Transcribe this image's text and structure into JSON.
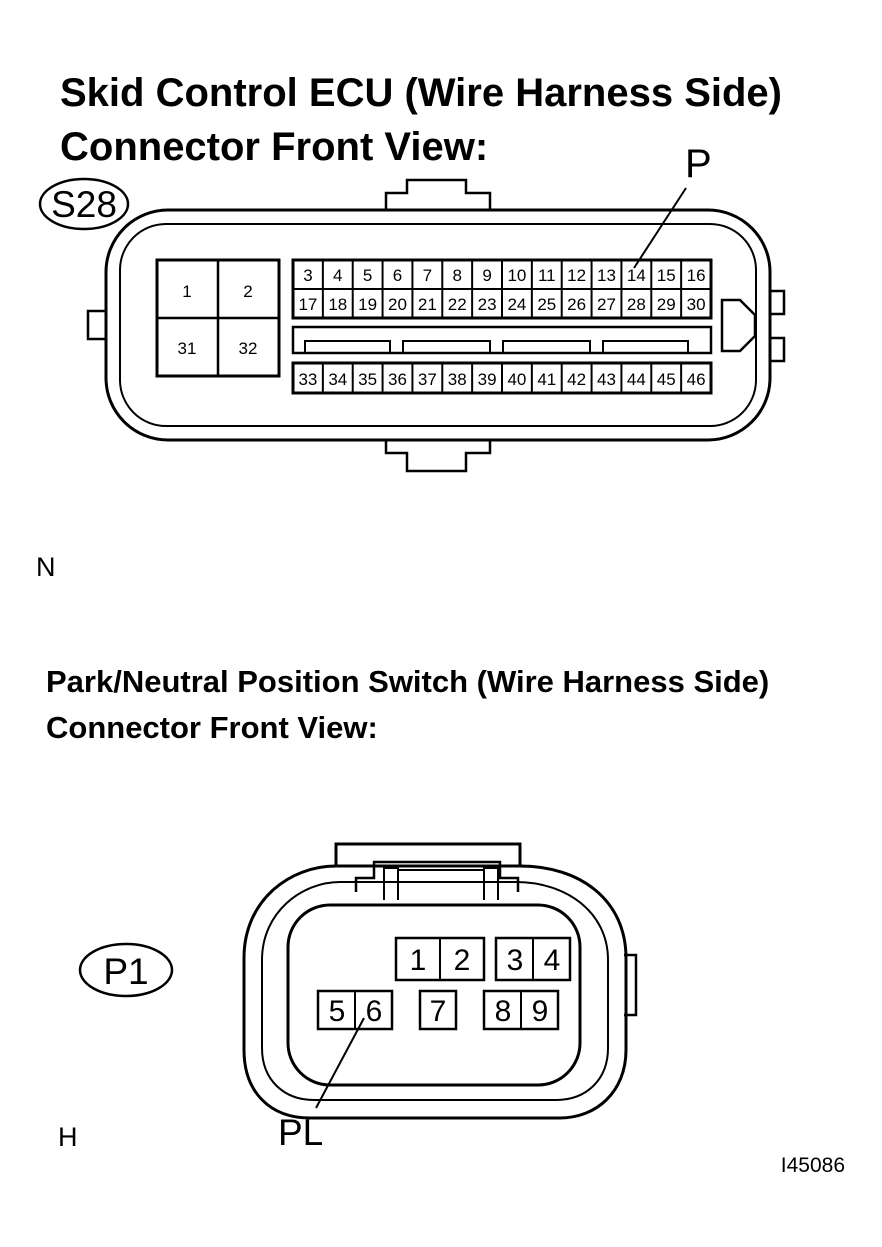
{
  "ecu": {
    "title_line1": "Skid Control ECU (Wire Harness Side)",
    "title_line2": "Connector Front View:",
    "connector_code": "S28",
    "pin_callout": "P",
    "big_pins": [
      "1",
      "2",
      "31",
      "32"
    ],
    "row1": [
      "3",
      "4",
      "5",
      "6",
      "7",
      "8",
      "9",
      "10",
      "11",
      "12",
      "13",
      "14",
      "15",
      "16"
    ],
    "row2": [
      "17",
      "18",
      "19",
      "20",
      "21",
      "22",
      "23",
      "24",
      "25",
      "26",
      "27",
      "28",
      "29",
      "30"
    ],
    "row3": [
      "33",
      "34",
      "35",
      "36",
      "37",
      "38",
      "39",
      "40",
      "41",
      "42",
      "43",
      "44",
      "45",
      "46"
    ],
    "side_letter": "N"
  },
  "pnp": {
    "title_line1": "Park/Neutral Position Switch (Wire Harness Side)",
    "title_line2": "Connector Front View:",
    "connector_code": "P1",
    "pins": [
      "1",
      "2",
      "3",
      "4",
      "5",
      "6",
      "7",
      "8",
      "9"
    ],
    "pin_callout": "PL",
    "side_letter": "H"
  },
  "figure_id": "I45086"
}
